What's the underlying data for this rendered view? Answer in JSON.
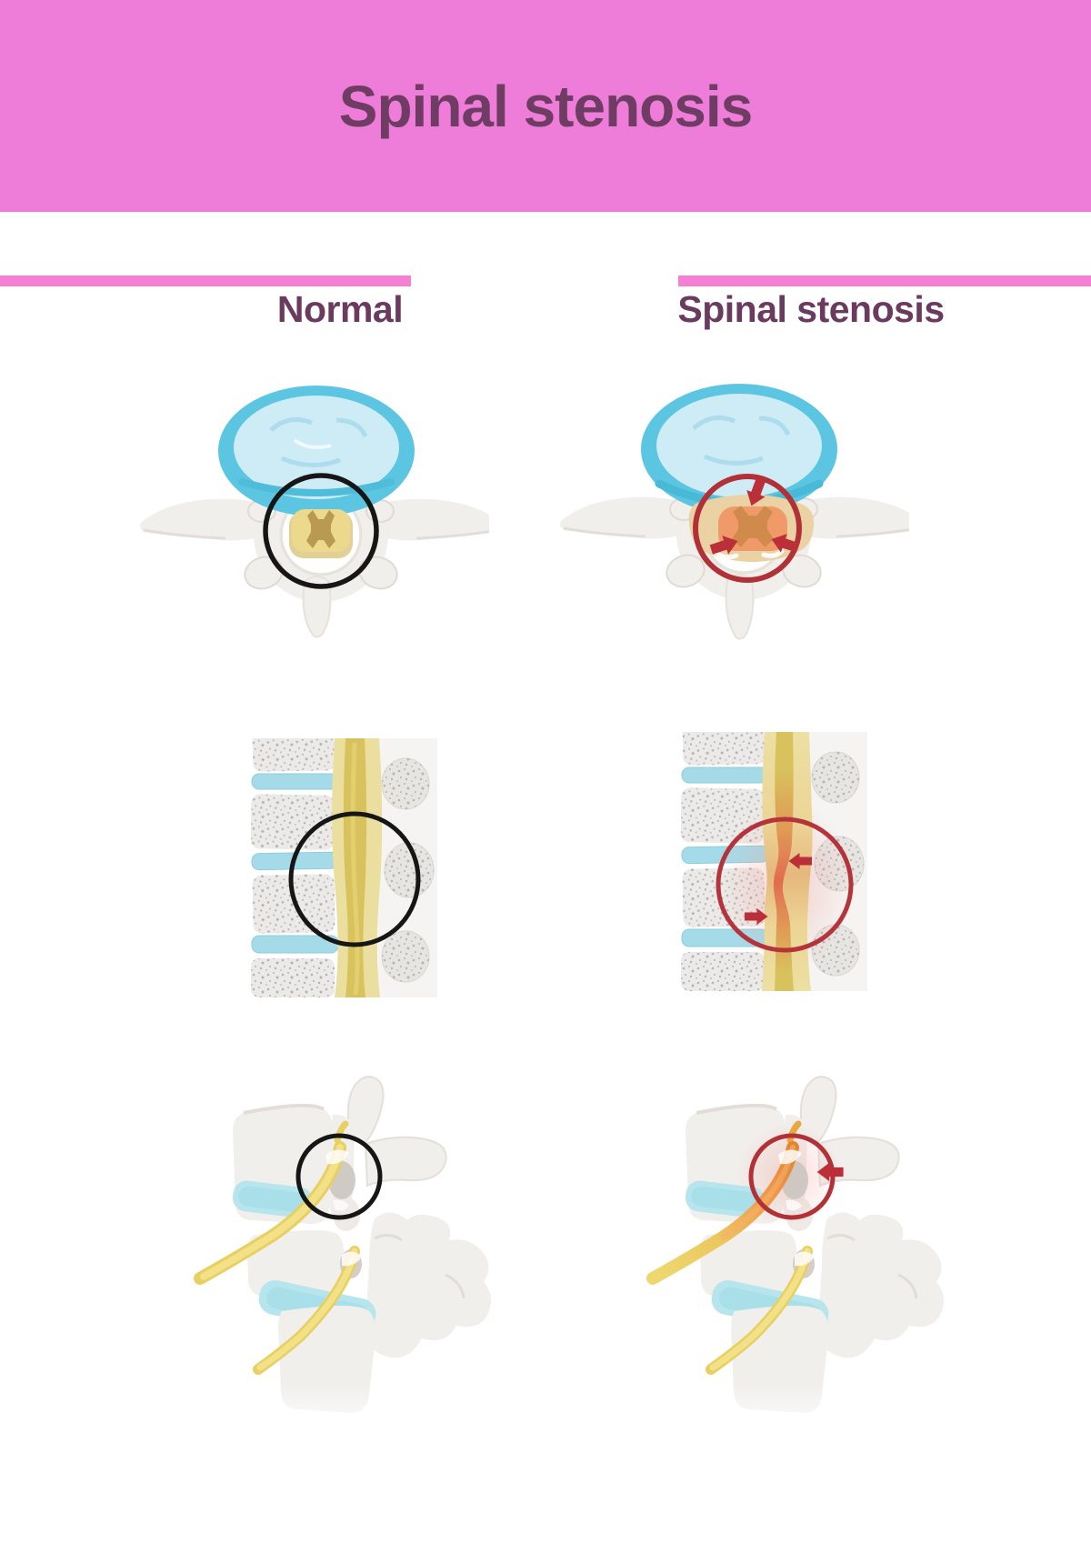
{
  "header": {
    "title": "Spinal stenosis",
    "background_color": "#ee7dda",
    "title_color": "#6f3c63"
  },
  "columns": {
    "left_label": "Normal",
    "right_label": "Spinal stenosis",
    "bar_color": "#f67fd6",
    "label_color": "#6b3a5f"
  },
  "figure": {
    "rows": [
      {
        "name": "vertebra-axial-view",
        "left_marker_icon": "black-outline-circle",
        "right_marker_icon": "red-outline-circle",
        "right_arrow_icons": [
          "compression-arrow-down",
          "compression-arrow-right",
          "compression-arrow-left"
        ]
      },
      {
        "name": "spinal-canal-longitudinal-view",
        "left_marker_icon": "black-outline-circle",
        "right_marker_icon": "red-outline-circle",
        "right_arrow_icons": [
          "compression-arrow-left",
          "compression-arrow-right"
        ]
      },
      {
        "name": "vertebrae-lateral-view",
        "left_marker_icon": "black-outline-circle",
        "right_marker_icon": "red-outline-circle",
        "right_arrow_icons": [
          "compression-arrow-left"
        ]
      }
    ],
    "colors": {
      "marker_black": "#161616",
      "highlight_red": "#b23137",
      "arrow_red": "#bb2f38",
      "bone": "#f1efec",
      "bone_shadow": "#dcd6d0",
      "disc_rim_blue": "#5cc6e2",
      "disc_inner_blue": "#cdecf5",
      "cord_yellow": "#ecd98e",
      "gray_matter_tan": "#b99a52",
      "compressed_cord_orange": "#f09a6a",
      "compressed_gray_matter": "#d08a4c",
      "ligament_tan": "#ead2a4",
      "canal_cord_gold": "#d8c25e",
      "canal_sheath": "#ebdfa0",
      "row2_disc_blue": "#a5dbe9",
      "row2_bone_gray": "#eceae8",
      "row2_speckle_gray": "#aaa9a6",
      "nerve_yellow": "#eed15f",
      "compressed_nerve_orange": "#f09a4d",
      "inflammation_pink": "#f2a09a",
      "lateral_disc_blue": "#b7e5ee"
    }
  }
}
